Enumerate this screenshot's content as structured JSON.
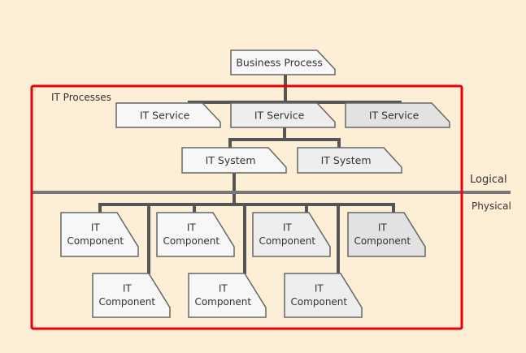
{
  "diagram": {
    "root": {
      "label": "Business Process",
      "shade": "light"
    },
    "group_label": "IT Processes",
    "layer_labels": {
      "logical": "Logical",
      "physical": "Physical"
    },
    "services": [
      {
        "label": "IT Service",
        "shade": "light"
      },
      {
        "label": "IT Service",
        "shade": "mid"
      },
      {
        "label": "IT Service",
        "shade": "dark"
      }
    ],
    "systems": [
      {
        "label": "IT System",
        "shade": "light"
      },
      {
        "label": "IT System",
        "shade": "mid"
      }
    ],
    "components": [
      {
        "label_line1": "IT",
        "label_line2": "Component",
        "shade": "light"
      },
      {
        "label_line1": "IT",
        "label_line2": "Component",
        "shade": "light"
      },
      {
        "label_line1": "IT",
        "label_line2": "Component",
        "shade": "mid"
      },
      {
        "label_line1": "IT",
        "label_line2": "Component",
        "shade": "dark"
      },
      {
        "label_line1": "IT",
        "label_line2": "Component",
        "shade": "light"
      },
      {
        "label_line1": "IT",
        "label_line2": "Component",
        "shade": "light"
      },
      {
        "label_line1": "IT",
        "label_line2": "Component",
        "shade": "mid"
      }
    ],
    "colors": {
      "background": "#fdeed6",
      "highlight_border": "#e8000b",
      "connector": "#555555",
      "box_border": "#666666",
      "shade_light": "#f7f7f7",
      "shade_mid": "#eeeeee",
      "shade_dark": "#e2e2e2"
    }
  }
}
